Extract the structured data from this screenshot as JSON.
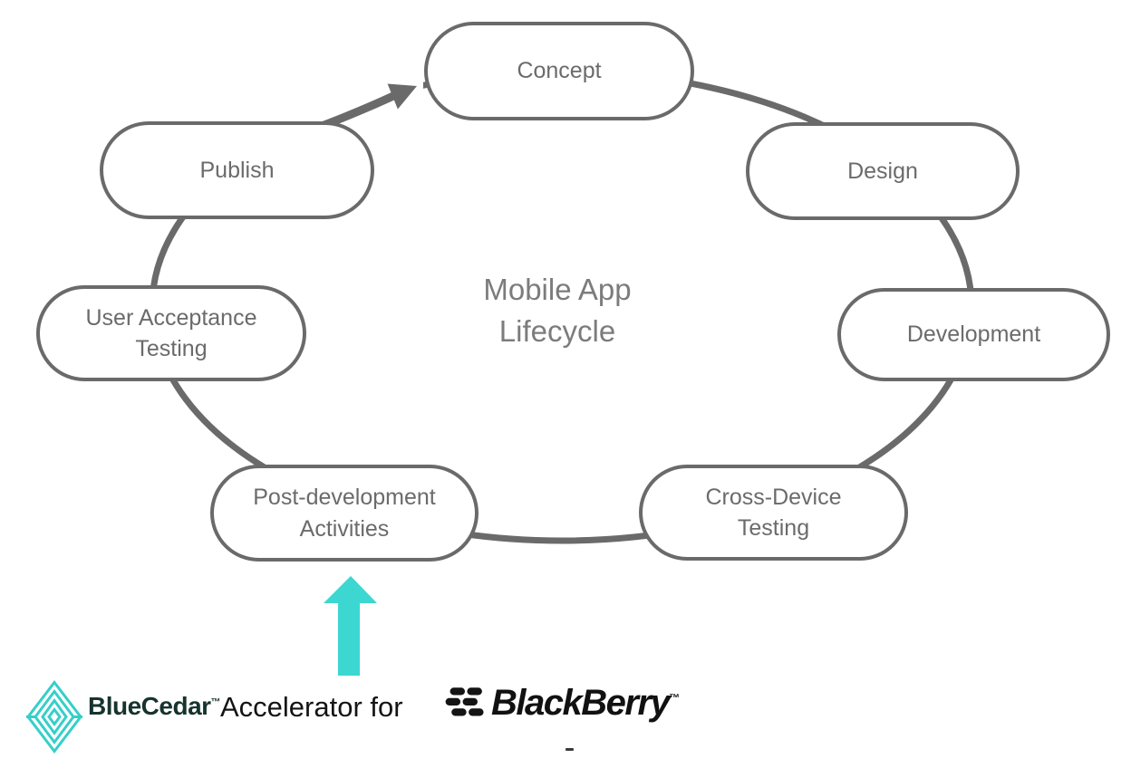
{
  "center_title": {
    "line1": "Mobile App",
    "line2": "Lifecycle"
  },
  "nodes": {
    "concept": {
      "label": "Concept"
    },
    "design": {
      "label": "Design"
    },
    "development": {
      "label": "Development"
    },
    "cross_device_testing": {
      "label": "Cross-Device Testing"
    },
    "post_development_activities": {
      "label": "Post-development Activities"
    },
    "user_acceptance_testing": {
      "label": "User Acceptance Testing"
    },
    "publish": {
      "label": "Publish"
    }
  },
  "flow": {
    "order": [
      "Concept",
      "Design",
      "Development",
      "Cross-Device Testing",
      "Post-development Activities",
      "User Acceptance Testing",
      "Publish"
    ],
    "arrow_from": "Publish",
    "arrow_to": "Concept",
    "highlight_arrow_target": "Post-development Activities"
  },
  "footer": {
    "bluecedar_label": "BlueCedar",
    "bluecedar_trademark": "™",
    "connector_text": "Accelerator for",
    "blackberry_label": "BlackBerry",
    "blackberry_trademark": "™"
  },
  "icons": {
    "bluecedar": "bluecedar-diamond-logo",
    "blackberry": "blackberry-glyph-logo",
    "cycle_arrow": "publish-to-concept-arrowhead",
    "highlight": "teal-up-arrow"
  },
  "colors": {
    "accent_teal": "#3CD7D1",
    "logo_teal": "#35CFC9",
    "diagram_gray": "#6A6A6A",
    "title_gray": "#7C7C7C",
    "logo_dark": "#17332E",
    "text_black": "#141414"
  }
}
